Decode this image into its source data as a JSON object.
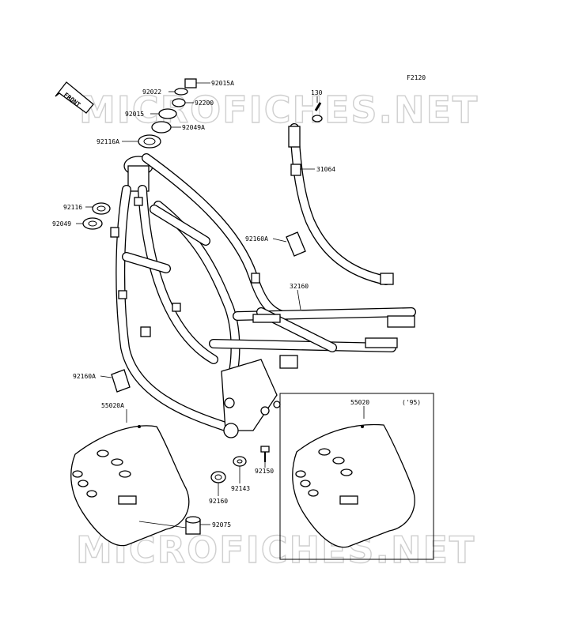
{
  "figure_code": "F2120",
  "front_label": "FRONT",
  "watermarks": [
    "MICROFICHES.NET",
    "MICROFICHES.NET"
  ],
  "variant_note": "('95)",
  "parts": [
    {
      "id": "p92015A",
      "label": "92015A"
    },
    {
      "id": "p92022",
      "label": "92022"
    },
    {
      "id": "p92200",
      "label": "92200"
    },
    {
      "id": "p92015",
      "label": "92015"
    },
    {
      "id": "p92049A",
      "label": "92049A"
    },
    {
      "id": "p92116A",
      "label": "92116A"
    },
    {
      "id": "p130",
      "label": "130"
    },
    {
      "id": "p31064",
      "label": "31064"
    },
    {
      "id": "p92116",
      "label": "92116"
    },
    {
      "id": "p92049",
      "label": "92049"
    },
    {
      "id": "p92160A_top",
      "label": "92160A"
    },
    {
      "id": "p32160",
      "label": "32160"
    },
    {
      "id": "p92160A_bot",
      "label": "92160A"
    },
    {
      "id": "p55020A",
      "label": "55020A"
    },
    {
      "id": "p55020",
      "label": "55020"
    },
    {
      "id": "p92150",
      "label": "92150"
    },
    {
      "id": "p92143",
      "label": "92143"
    },
    {
      "id": "p92160",
      "label": "92160"
    },
    {
      "id": "p92075",
      "label": "92075"
    }
  ]
}
